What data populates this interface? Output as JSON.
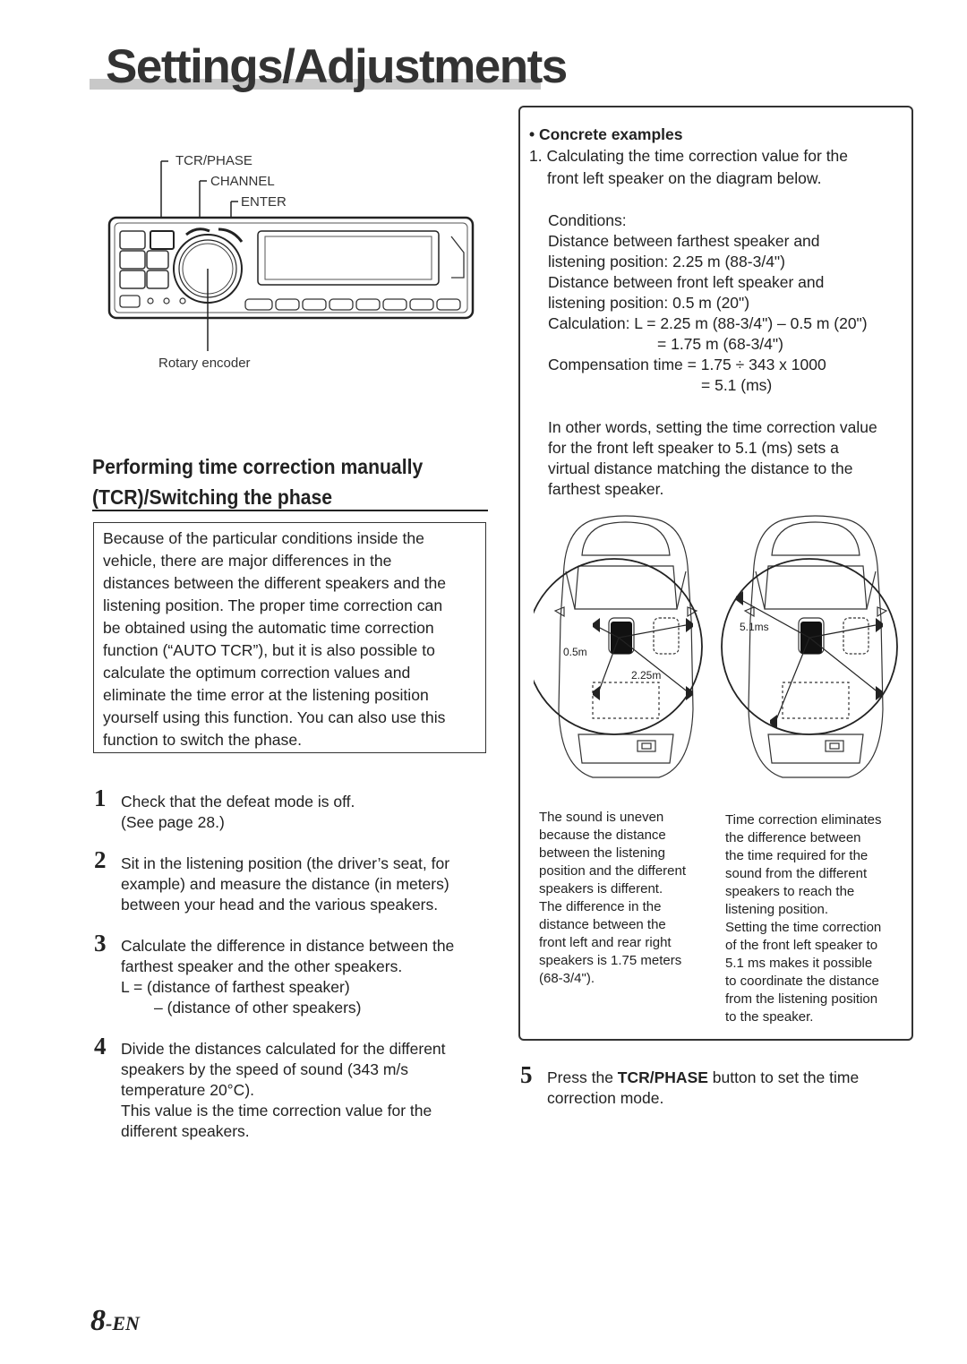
{
  "page": {
    "title": "Settings/Adjustments",
    "page_number": "8",
    "page_suffix": "-EN"
  },
  "device_diagram": {
    "label_tcr_phase": "TCR/PHASE",
    "label_channel": "CHANNEL",
    "label_enter": "ENTER",
    "label_rotary": "Rotary encoder"
  },
  "section": {
    "heading_line1": "Performing time correction manually",
    "heading_line2": "TCR)/Switching the phase",
    "heading_line2_prefix": "(",
    "intro_lines": [
      "Because of the particular conditions inside the",
      "vehicle, there are major differences in the",
      "distances between the different speakers and the",
      "listening position. The proper time correction can",
      "be obtained using the automatic time correction",
      "function (“AUTO TCR”), but it is also possible to",
      "calculate the optimum correction values and",
      "eliminate the time error at the listening position",
      "yourself using this function. You can also use this",
      "function to switch the phase."
    ]
  },
  "steps": [
    {
      "num": "1",
      "lines": [
        "Check that the defeat mode is off.",
        "(See page 28.)"
      ]
    },
    {
      "num": "2",
      "lines": [
        "Sit in the listening position (the driver’s seat, for",
        "example) and measure the distance (in meters)",
        "between your head and the various speakers."
      ]
    },
    {
      "num": "3",
      "lines": [
        "Calculate the difference in distance between the",
        "farthest speaker and the other speakers.",
        "L =  (distance of farthest speaker)",
        "– (distance of other speakers)"
      ]
    },
    {
      "num": "4",
      "lines": [
        "Divide the distances calculated for the different",
        "speakers by the speed of sound (343 m/s",
        "temperature 20°C).",
        "This value is the time correction value for the",
        "different speakers."
      ]
    },
    {
      "num": "5",
      "prefix": "Press the ",
      "bold": "TCR/PHASE",
      "suffix": " button to set the time",
      "line2": "correction mode."
    }
  ],
  "examples": {
    "heading": "• Concrete examples",
    "item1_line1": "1. Calculating the time correction value for the",
    "item1_line2": "front left speaker on the diagram below.",
    "conditions_label": "Conditions:",
    "cond_lines": [
      "Distance between farthest speaker and",
      "listening position: 2.25 m (88-3/4\")",
      "Distance between front left speaker and",
      "listening position: 0.5 m (20\")"
    ],
    "calc_line1": "Calculation: L  = 2.25 m (88-3/4\") – 0.5 m (20\")",
    "calc_line2": "= 1.75 m (68-3/4\")",
    "comp_line1": "Compensation time  = 1.75 ÷ 343 x 1000",
    "comp_line2": "= 5.1 (ms)",
    "other_words_lines": [
      "In other words, setting the time correction value",
      "for the front left speaker to 5.1 (ms) sets a",
      "virtual distance matching the distance to the",
      "farthest speaker."
    ],
    "car_label_05m": "0.5m",
    "car_label_225m": "2.25m",
    "car_label_51ms": "5.1ms",
    "caption_left": [
      "The sound is uneven",
      "because the distance",
      "between the listening",
      "position and the different",
      "speakers is different.",
      "The difference in the",
      "distance between the",
      "front left and rear right",
      "speakers is 1.75 meters",
      "(68-3/4\")."
    ],
    "caption_right": [
      "Time correction eliminates",
      "the difference between",
      "the time required for the",
      "sound from the different",
      "speakers to reach the",
      "listening position.",
      "Setting the time correction",
      "of the front left speaker to",
      "5.1 ms makes it possible",
      "to coordinate the distance",
      "from the listening position",
      "to the speaker."
    ]
  }
}
